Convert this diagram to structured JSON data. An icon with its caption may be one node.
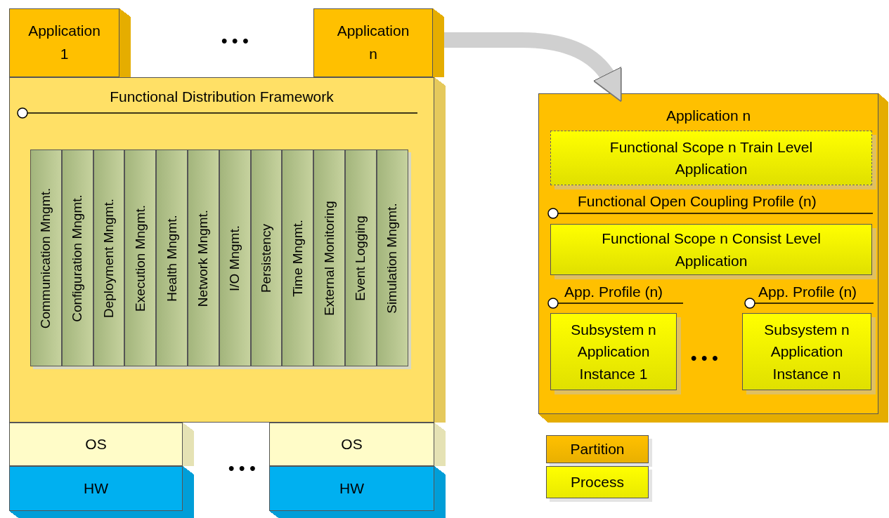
{
  "diagram": {
    "nodes": [
      {
        "text": [
          "Application 1"
        ]
      },
      {
        "text": [
          "Application n"
        ]
      },
      {
        "text": [
          "Functional Distribution Framework"
        ]
      },
      {
        "text": [
          "Communication Mngmt."
        ],
        "in": 2
      },
      {
        "text": [
          "Configuration Mngmt."
        ],
        "in": 2
      },
      {
        "text": [
          "Deployment Mngmt."
        ],
        "in": 2
      },
      {
        "text": [
          "Execution Mngmt."
        ],
        "in": 2
      },
      {
        "text": [
          "Health Mngmt."
        ],
        "in": 2
      },
      {
        "text": [
          "Network Mngmt."
        ],
        "in": 2
      },
      {
        "text": [
          "I/O Mngmt."
        ],
        "in": 2
      },
      {
        "text": [
          "Persistency"
        ],
        "in": 2
      },
      {
        "text": [
          "Time Mngmt."
        ],
        "in": 2
      },
      {
        "text": [
          "External Monitoring"
        ],
        "in": 2
      },
      {
        "text": [
          "Event Logging"
        ],
        "in": 2
      },
      {
        "text": [
          "Simulation Mngmt."
        ],
        "in": 2
      },
      {
        "text": [
          "OS"
        ]
      },
      {
        "text": [
          "HW"
        ]
      },
      {
        "text": [
          "OS"
        ]
      },
      {
        "text": [
          "HW"
        ]
      },
      {
        "text": [
          "Application n"
        ]
      },
      {
        "text": [
          "Functional Scope n Train Level Application"
        ],
        "in": 19
      },
      {
        "text": [
          "Functional Scope n Consist Level Application"
        ],
        "in": 19
      },
      {
        "text": [
          "Subsystem n Application Instance 1"
        ],
        "in": 19
      },
      {
        "text": [
          "Subsystem n Application Instance n"
        ],
        "in": 19
      }
    ],
    "edges": [
      {
        "from": 1,
        "to": 19,
        "arrow": "to"
      }
    ],
    "labels": [
      "• • •",
      "Functional Open Coupling Profile (n)",
      "App. Profile (n)",
      "App. Profile (n)",
      "• • •",
      "• • •"
    ],
    "legend": [
      {
        "text": "Partition",
        "color": "#ffc000"
      },
      {
        "text": "Process",
        "color": "#ffff00"
      }
    ]
  }
}
